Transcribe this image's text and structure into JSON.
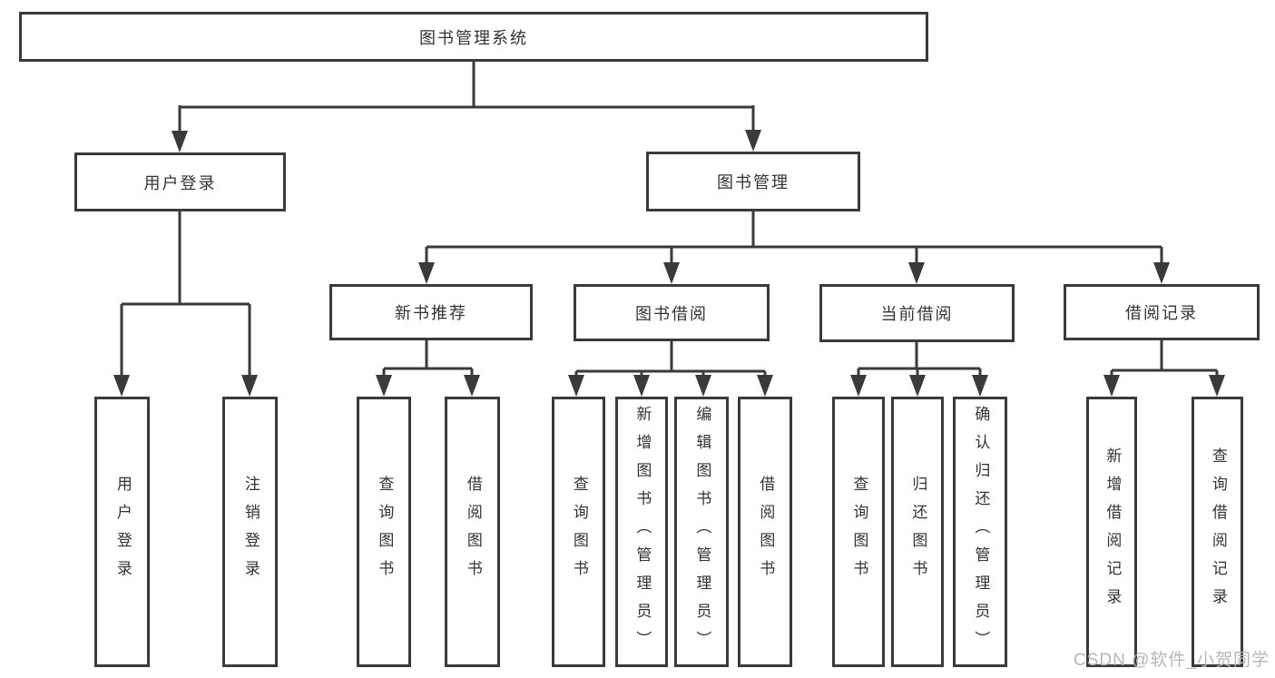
{
  "diagram_title": "图书管理系统",
  "nodes": {
    "root": "图书管理系统",
    "user_login": "用户登录",
    "book_mgmt": "图书管理",
    "new_book": "新书推荐",
    "book_borrow": "图书借阅",
    "current_borrow": "当前借阅",
    "borrow_record": "借阅记录",
    "leaves": {
      "user_login": [
        "用户登录",
        "注销登录"
      ],
      "new_book": [
        "查询图书",
        "借阅图书"
      ],
      "book_borrow": [
        "查询图书",
        "新增图书（管理员）",
        "编辑图书（管理员）",
        "借阅图书"
      ],
      "current_borrow": [
        "查询图书",
        "归还图书",
        "确认归还（管理员）"
      ],
      "borrow_record": [
        "新增借阅记录",
        "查询借阅记录"
      ]
    }
  },
  "watermark": "CSDN @软件_小贺同学",
  "colors": {
    "line": "#3a3a3a",
    "text": "#333333",
    "background": "#ffffff",
    "watermark": "#b6b6b6"
  }
}
